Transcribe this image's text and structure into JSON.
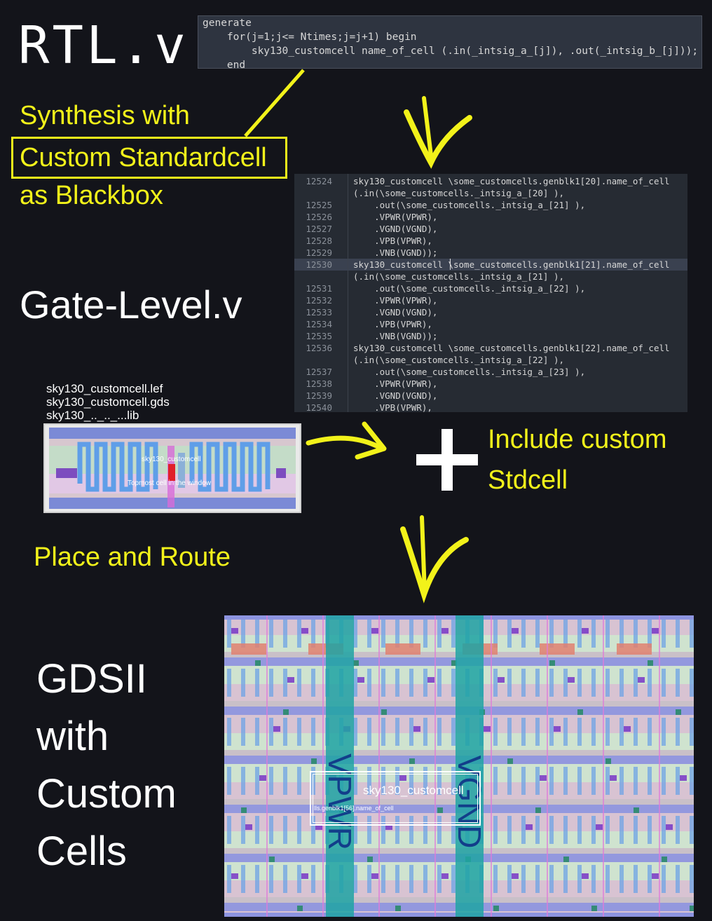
{
  "rtl_title": "RTL.v",
  "rtl_code": [
    "generate",
    "    for(j=1;j<= Ntimes;j=j+1) begin",
    "        sky130_customcell name_of_cell (.in(_intsig_a_[j]), .out(_intsig_b_[j]));",
    "    end"
  ],
  "synthesis": {
    "line1": "Synthesis with",
    "line2": "Custom Standardcell",
    "line3": "as Blackbox"
  },
  "gate_level_title": "Gate-Level.v",
  "gate_level_code": [
    {
      "ln": "12524",
      "text": "sky130_customcell \\some_customcells.genblk1[20].name_of_cell"
    },
    {
      "ln": "",
      "text": "(.in(\\some_customcells._intsig_a_[20] ),"
    },
    {
      "ln": "12525",
      "text": "    .out(\\some_customcells._intsig_a_[21] ),"
    },
    {
      "ln": "12526",
      "text": "    .VPWR(VPWR),"
    },
    {
      "ln": "12527",
      "text": "    .VGND(VGND),"
    },
    {
      "ln": "12528",
      "text": "    .VPB(VPWR),"
    },
    {
      "ln": "12529",
      "text": "    .VNB(VGND));"
    },
    {
      "ln": "12530",
      "text": "sky130_customcell \\some_customcells.genblk1[21].name_of_cell",
      "highlight": true
    },
    {
      "ln": "",
      "text": "(.in(\\some_customcells._intsig_a_[21] ),"
    },
    {
      "ln": "12531",
      "text": "    .out(\\some_customcells._intsig_a_[22] ),"
    },
    {
      "ln": "12532",
      "text": "    .VPWR(VPWR),"
    },
    {
      "ln": "12533",
      "text": "    .VGND(VGND),"
    },
    {
      "ln": "12534",
      "text": "    .VPB(VPWR),"
    },
    {
      "ln": "12535",
      "text": "    .VNB(VGND));"
    },
    {
      "ln": "12536",
      "text": "sky130_customcell \\some_customcells.genblk1[22].name_of_cell"
    },
    {
      "ln": "",
      "text": "(.in(\\some_customcells._intsig_a_[22] ),"
    },
    {
      "ln": "12537",
      "text": "    .out(\\some_customcells._intsig_a_[23] ),"
    },
    {
      "ln": "12538",
      "text": "    .VPWR(VPWR),"
    },
    {
      "ln": "12539",
      "text": "    .VGND(VGND),"
    },
    {
      "ln": "12540",
      "text": "    .VPB(VPWR),"
    }
  ],
  "files": [
    "sky130_customcell.lef",
    "sky130_customcell.gds",
    "sky130_.._.._...lib"
  ],
  "cell_layout": {
    "cell_label": "sky130_customcell",
    "window_label": "Topmost cell in the window"
  },
  "include": {
    "plus": "+",
    "line1": "Include custom",
    "line2": "Stdcell"
  },
  "place_route": "Place and Route",
  "gds": {
    "title_lines": [
      "GDSII",
      "with",
      "Custom",
      "Cells"
    ],
    "vpwr": "VPWR",
    "vgnd": "VGND",
    "cell_label": "sky130_customcell",
    "instance_label": "lls.genblk1[56].name_of_cell"
  },
  "colors": {
    "accent_yellow": "#f2f21a",
    "background": "#13141a"
  }
}
